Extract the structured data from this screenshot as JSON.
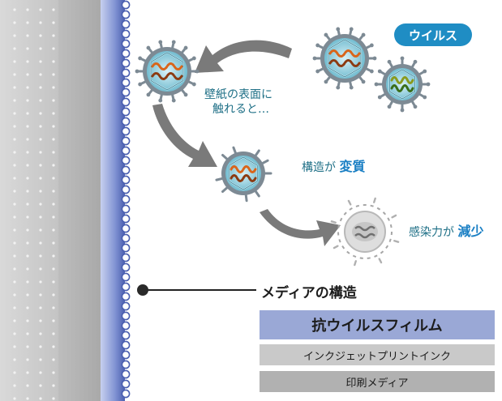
{
  "badge": {
    "text": "ウイルス",
    "color": "#1f8dc4"
  },
  "captions": {
    "touch_line1": "壁紙の表面に",
    "touch_line2": "触れると…",
    "structure_prefix": "構造が",
    "structure_emph": "変質",
    "infect_prefix": "感染力が",
    "infect_emph": "減少"
  },
  "media": {
    "title": "メディアの構造",
    "layers": [
      {
        "label": "抗ウイルスフィルム",
        "color": "#9aa8d6"
      },
      {
        "label": "インクジェットプリントインク",
        "color": "#c9c9c9"
      },
      {
        "label": "印刷メディア",
        "color": "#b1b1b1"
      }
    ]
  },
  "colors": {
    "accent": "#1a7fc4",
    "arrow": "#7a7a7a",
    "film_blue": "#4b5fb0",
    "virus_ring": "#7d8a94",
    "virus_core": "#5fb3c9"
  }
}
